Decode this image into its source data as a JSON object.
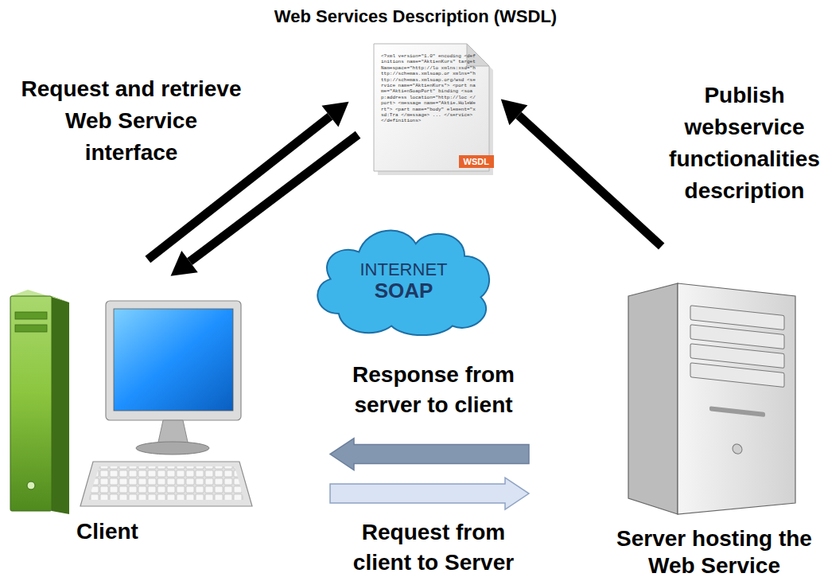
{
  "diagram": {
    "nodes": [
      {
        "text": [
          "Web Services Description (WSDL)",
          "<?xml version=\"1.0\" encoding <definitions name=\"AktienKurs\" targetNamespace=\"http://lo xmlns:xsd=\"http://schemas.xmlsoap.or xmlns=\"http://schemas.xmlsoap.org/wsd <service name=\"AktienKurs\"> <port name=\"AktienSoapPort\" binding <soap:address location=\"http://loc </port> <message name=\"Aktie.HoleWert\"> <part name=\"body\" element=\"xsd:Tra </message> ... </service> </definitions>"
        ]
      },
      {
        "text": [
          "WSDL"
        ],
        "in": 0
      },
      {
        "text": [
          "Client"
        ]
      },
      {
        "text": [
          "INTERNET",
          "SOAP"
        ]
      },
      {
        "text": [
          "Server hosting the Web Service"
        ]
      }
    ],
    "edges": [
      {
        "from": 2,
        "to": 0,
        "arrow": "to",
        "label": "Request and retrieve Web Service interface"
      },
      {
        "from": 0,
        "to": 2,
        "arrow": "to"
      },
      {
        "from": 4,
        "to": 0,
        "arrow": "to",
        "label": "Publish webservice functionalities description"
      },
      {
        "from": 4,
        "to": 2,
        "arrow": "to",
        "label": "Response from server to client"
      },
      {
        "from": 2,
        "to": 4,
        "arrow": "to",
        "label": "Request from client to Server"
      }
    ]
  }
}
